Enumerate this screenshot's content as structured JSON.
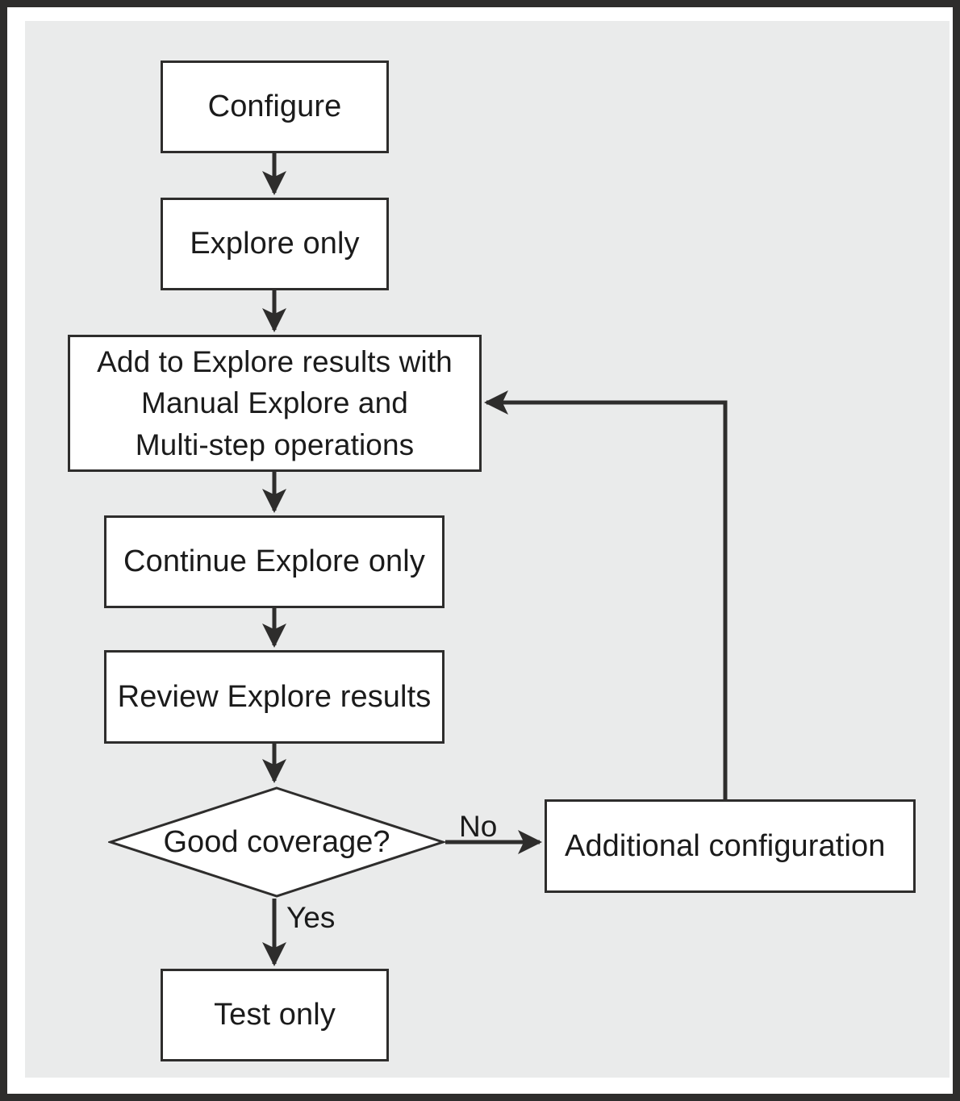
{
  "figure": {
    "type": "flowchart",
    "orientation": "top-to-bottom",
    "background_color": "#eaebeb",
    "node_fill_color": "#ffffff",
    "line_color": "#2e2d2c",
    "text_color": "#1b1b1b",
    "frame_border_color": "#2e2d2c"
  },
  "nodes": {
    "configure": {
      "id": "configure",
      "shape": "rectangle",
      "label": "Configure"
    },
    "explore_only": {
      "id": "explore_only",
      "shape": "rectangle",
      "label": "Explore only"
    },
    "add_results": {
      "id": "add_results",
      "shape": "rectangle",
      "label": "Add to Explore results with\nManual Explore and\nMulti-step operations",
      "lines": [
        "Add to Explore results with",
        "Manual Explore and",
        "Multi-step operations"
      ]
    },
    "continue_explore": {
      "id": "continue_explore",
      "shape": "rectangle",
      "label": "Continue Explore only"
    },
    "review_results": {
      "id": "review_results",
      "shape": "rectangle",
      "label": "Review Explore results"
    },
    "decision_coverage": {
      "id": "decision_coverage",
      "shape": "diamond",
      "label": "Good coverage?"
    },
    "additional_config": {
      "id": "additional_config",
      "shape": "rectangle",
      "label": "Additional configuration"
    },
    "test_only": {
      "id": "test_only",
      "shape": "rectangle",
      "label": "Test only"
    }
  },
  "edges": [
    {
      "from": "configure",
      "to": "explore_only",
      "label": "",
      "style": "arrow-down"
    },
    {
      "from": "explore_only",
      "to": "add_results",
      "label": "",
      "style": "arrow-down"
    },
    {
      "from": "add_results",
      "to": "continue_explore",
      "label": "",
      "style": "arrow-down"
    },
    {
      "from": "continue_explore",
      "to": "review_results",
      "label": "",
      "style": "arrow-down"
    },
    {
      "from": "review_results",
      "to": "decision_coverage",
      "label": "",
      "style": "arrow-down"
    },
    {
      "from": "decision_coverage",
      "to": "additional_config",
      "label": "No",
      "style": "arrow-right"
    },
    {
      "from": "decision_coverage",
      "to": "test_only",
      "label": "Yes",
      "style": "arrow-down"
    },
    {
      "from": "additional_config",
      "to": "add_results",
      "label": "",
      "style": "loop-up-left"
    }
  ],
  "edge_labels": {
    "yes": "Yes",
    "no": "No"
  }
}
